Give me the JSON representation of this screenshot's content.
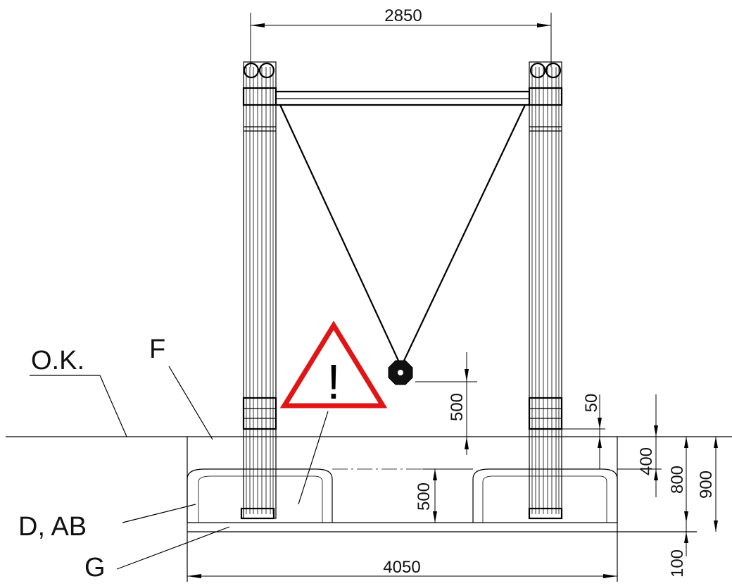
{
  "dimensions": {
    "top_width": "2850",
    "bottom_width": "4050",
    "min_clearance": "500",
    "footing_height": "500",
    "cover_top": "50",
    "depth_400": "400",
    "depth_800": "800",
    "depth_900": "900",
    "base_100": "100"
  },
  "labels": {
    "ground_level": "O.K.",
    "filling": "F",
    "footing": "D, AB",
    "gravel": "G"
  },
  "warning": {
    "mark": "!",
    "color": "#e01515"
  }
}
